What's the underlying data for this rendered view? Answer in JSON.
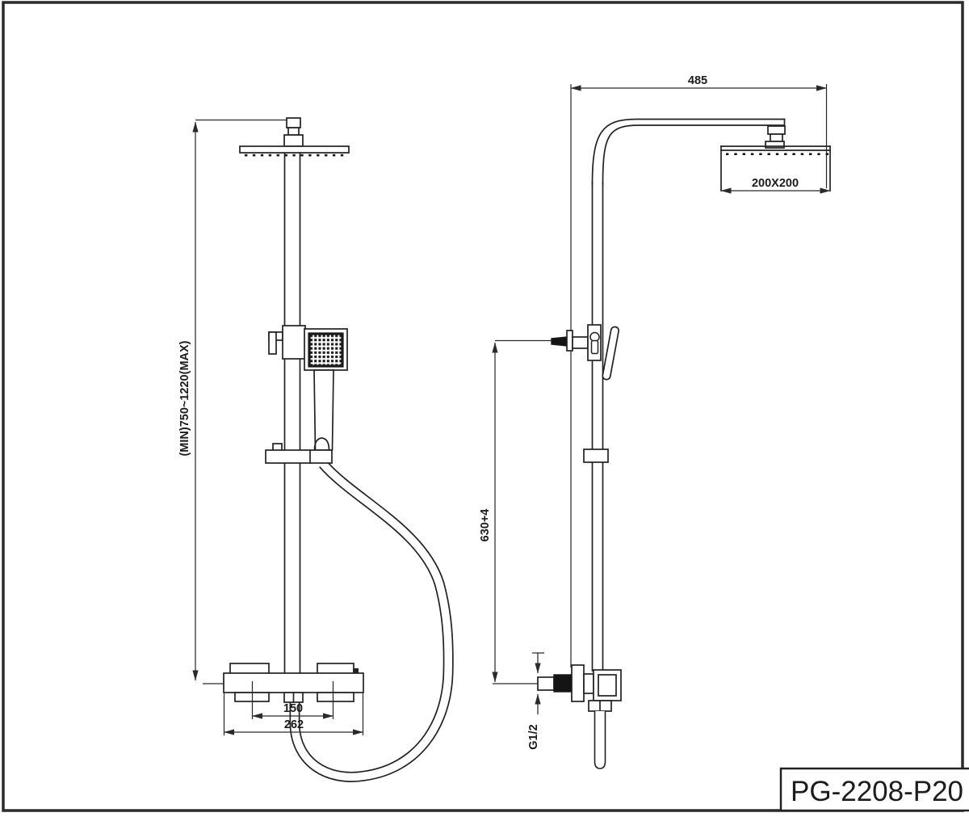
{
  "title_block": {
    "model": "PG-2208-P20"
  },
  "front_view": {
    "height_range": "(MIN)750~1220(MAX)",
    "inlet_spacing": "150",
    "body_width": "262"
  },
  "side_view": {
    "arm_reach": "485",
    "head_size": "200X200",
    "rail_height": "630+4",
    "inlet_thread": "G1/2"
  }
}
